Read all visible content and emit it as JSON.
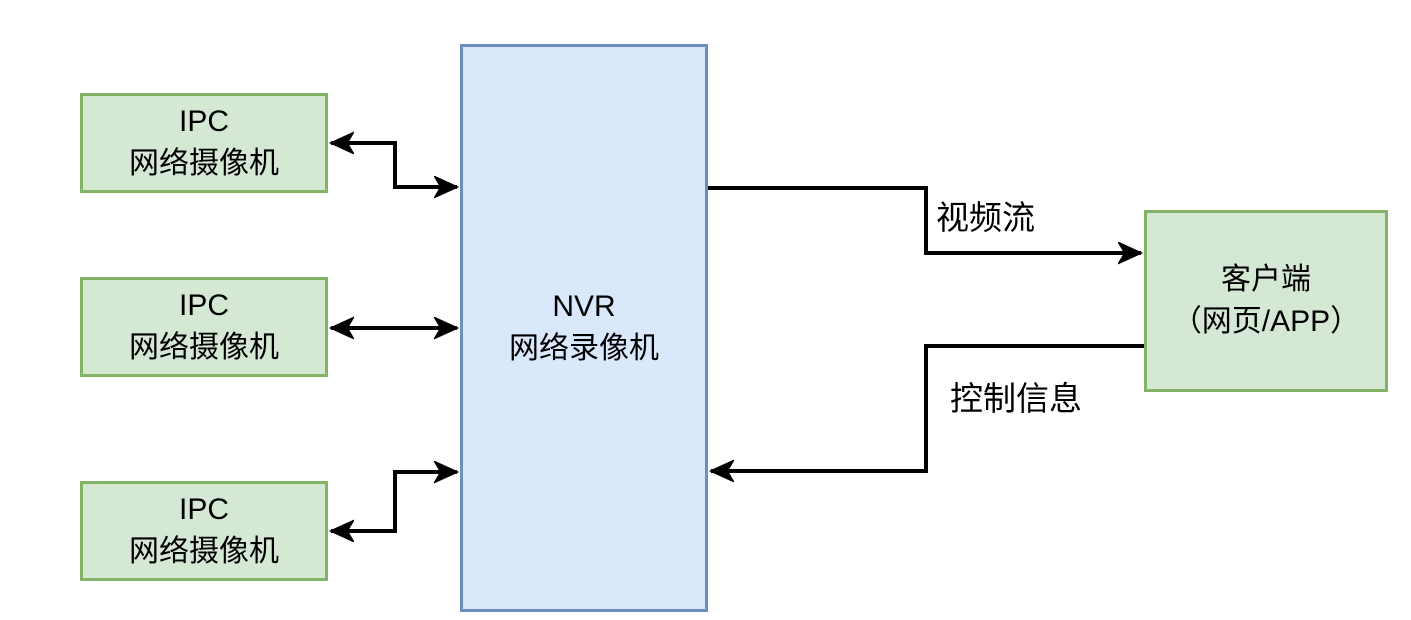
{
  "diagram": {
    "background_color": "#ffffff",
    "colors": {
      "camera_node_fill": "#d5e8d4",
      "camera_node_border": "#82b366",
      "nvr_node_fill": "#dae8fc",
      "nvr_node_border": "#6c8ebf",
      "edge_color": "#000000",
      "text_color": "#000000"
    },
    "nodes": {
      "ipc_cameras": [
        {
          "line1": "IPC",
          "line2": "网络摄像机"
        },
        {
          "line1": "IPC",
          "line2": "网络摄像机"
        },
        {
          "line1": "IPC",
          "line2": "网络摄像机"
        }
      ],
      "nvr": {
        "line1": "NVR",
        "line2": "网络录像机"
      },
      "client": {
        "line1": "客户端",
        "line2": "（网页/APP）"
      }
    },
    "edges": {
      "video_stream": {
        "label": "视频流",
        "from": "NVR",
        "to": "客户端"
      },
      "control_info": {
        "label": "控制信息",
        "from": "客户端",
        "to": "NVR"
      }
    }
  }
}
